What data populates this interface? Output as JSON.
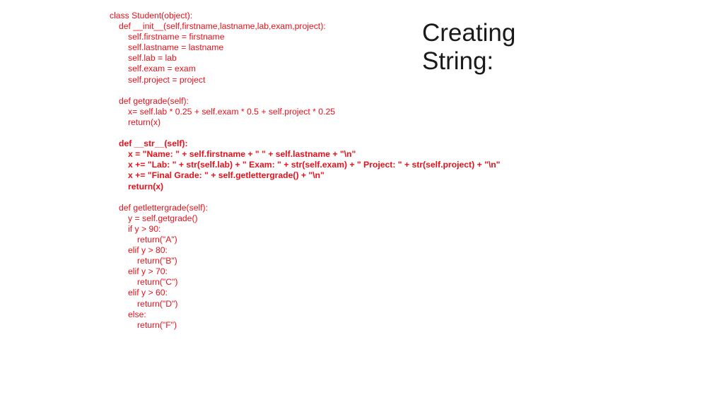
{
  "slide": {
    "title_lines": [
      "Creating",
      "String:"
    ],
    "code_color": "#e8101a",
    "title_color": "#1a1a1a",
    "code_lines": [
      {
        "text": "class Student(object):",
        "indent": 0,
        "bold": false
      },
      {
        "text": "def __init__(self,firstname,lastname,lab,exam,project):",
        "indent": 1,
        "bold": false
      },
      {
        "text": "self.firstname = firstname",
        "indent": 2,
        "bold": false
      },
      {
        "text": "self.lastname = lastname",
        "indent": 2,
        "bold": false
      },
      {
        "text": "self.lab = lab",
        "indent": 2,
        "bold": false
      },
      {
        "text": "self.exam = exam",
        "indent": 2,
        "bold": false
      },
      {
        "text": "self.project = project",
        "indent": 2,
        "bold": false
      },
      {
        "text": "",
        "indent": 0,
        "bold": false
      },
      {
        "text": "def getgrade(self):",
        "indent": 1,
        "bold": false
      },
      {
        "text": "x= self.lab * 0.25 + self.exam * 0.5 + self.project * 0.25",
        "indent": 2,
        "bold": false
      },
      {
        "text": "return(x)",
        "indent": 2,
        "bold": false
      },
      {
        "text": "",
        "indent": 0,
        "bold": false
      },
      {
        "text": "def __str__(self):",
        "indent": 1,
        "bold": true
      },
      {
        "text": "x = \"Name: \" + self.firstname + \" \" + self.lastname + \"\\n\"",
        "indent": 2,
        "bold": true
      },
      {
        "text": "x += \"Lab: \" + str(self.lab) + \" Exam: \" + str(self.exam) + \" Project: \" + str(self.project) + \"\\n\"",
        "indent": 2,
        "bold": true
      },
      {
        "text": "x += \"Final Grade: \" + self.getlettergrade() + \"\\n\"",
        "indent": 2,
        "bold": true
      },
      {
        "text": "return(x)",
        "indent": 2,
        "bold": true
      },
      {
        "text": "",
        "indent": 0,
        "bold": false
      },
      {
        "text": "def getlettergrade(self):",
        "indent": 1,
        "bold": false
      },
      {
        "text": "y = self.getgrade()",
        "indent": 2,
        "bold": false
      },
      {
        "text": "if y > 90:",
        "indent": 2,
        "bold": false
      },
      {
        "text": "return(\"A\")",
        "indent": 3,
        "bold": false
      },
      {
        "text": "elif y > 80:",
        "indent": 2,
        "bold": false
      },
      {
        "text": "return(\"B\")",
        "indent": 3,
        "bold": false
      },
      {
        "text": "elif y > 70:",
        "indent": 2,
        "bold": false
      },
      {
        "text": "return(\"C\")",
        "indent": 3,
        "bold": false
      },
      {
        "text": "elif y > 60:",
        "indent": 2,
        "bold": false
      },
      {
        "text": "return(\"D\")",
        "indent": 3,
        "bold": false
      },
      {
        "text": "else:",
        "indent": 2,
        "bold": false
      },
      {
        "text": "return(\"F\")",
        "indent": 3,
        "bold": false
      }
    ]
  }
}
